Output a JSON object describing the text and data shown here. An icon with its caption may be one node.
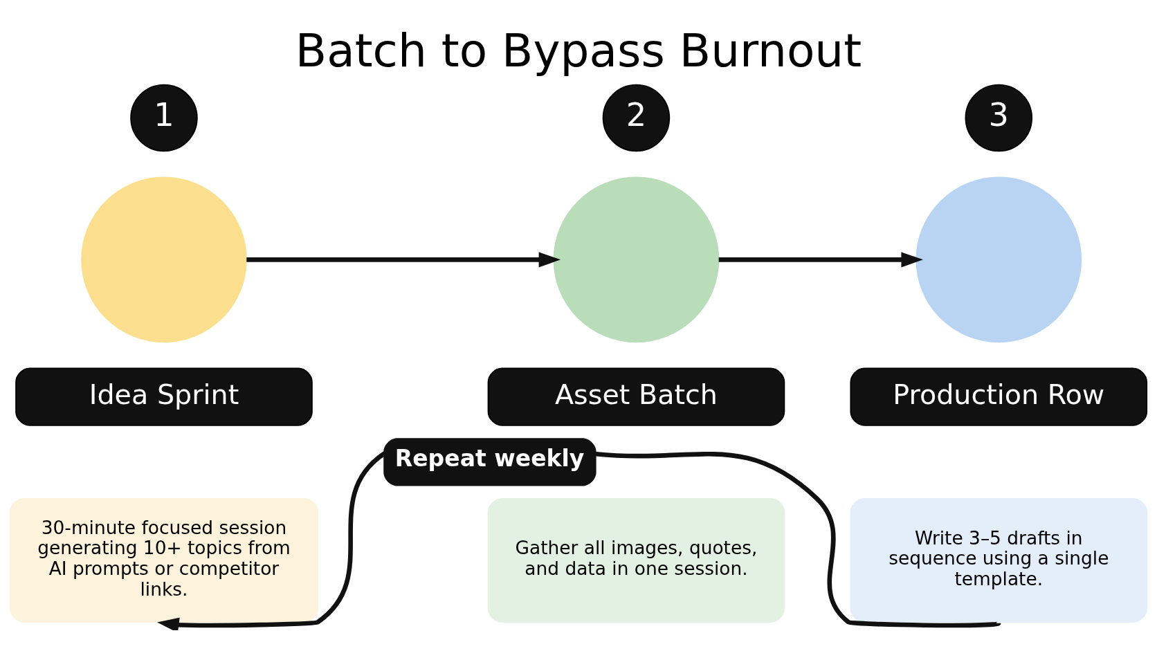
{
  "diagram": {
    "title": "Batch to Bypass Burnout",
    "nodes": [
      {
        "text": [
          "1"
        ]
      },
      {
        "text": [],
        "shape": "circle"
      },
      {
        "text": [
          "Idea Sprint"
        ]
      },
      {
        "text": [
          "30-minute focused session generating 10+ topics from AI prompts or competitor links."
        ]
      },
      {
        "text": [
          "2"
        ]
      },
      {
        "text": [],
        "shape": "circle"
      },
      {
        "text": [
          "Asset Batch"
        ]
      },
      {
        "text": [
          "Gather all images, quotes, and data in one session."
        ]
      },
      {
        "text": [
          "3"
        ]
      },
      {
        "text": [],
        "shape": "circle"
      },
      {
        "text": [
          "Production Row"
        ]
      },
      {
        "text": [
          "Write 3–5 drafts in sequence using a single template."
        ]
      }
    ],
    "edges": [
      {
        "from": 1,
        "to": 5,
        "arrow": "to"
      },
      {
        "from": 5,
        "to": 9,
        "arrow": "to"
      },
      {
        "from": 11,
        "to": 3,
        "arrow": "to",
        "label": "Repeat weekly"
      }
    ]
  }
}
